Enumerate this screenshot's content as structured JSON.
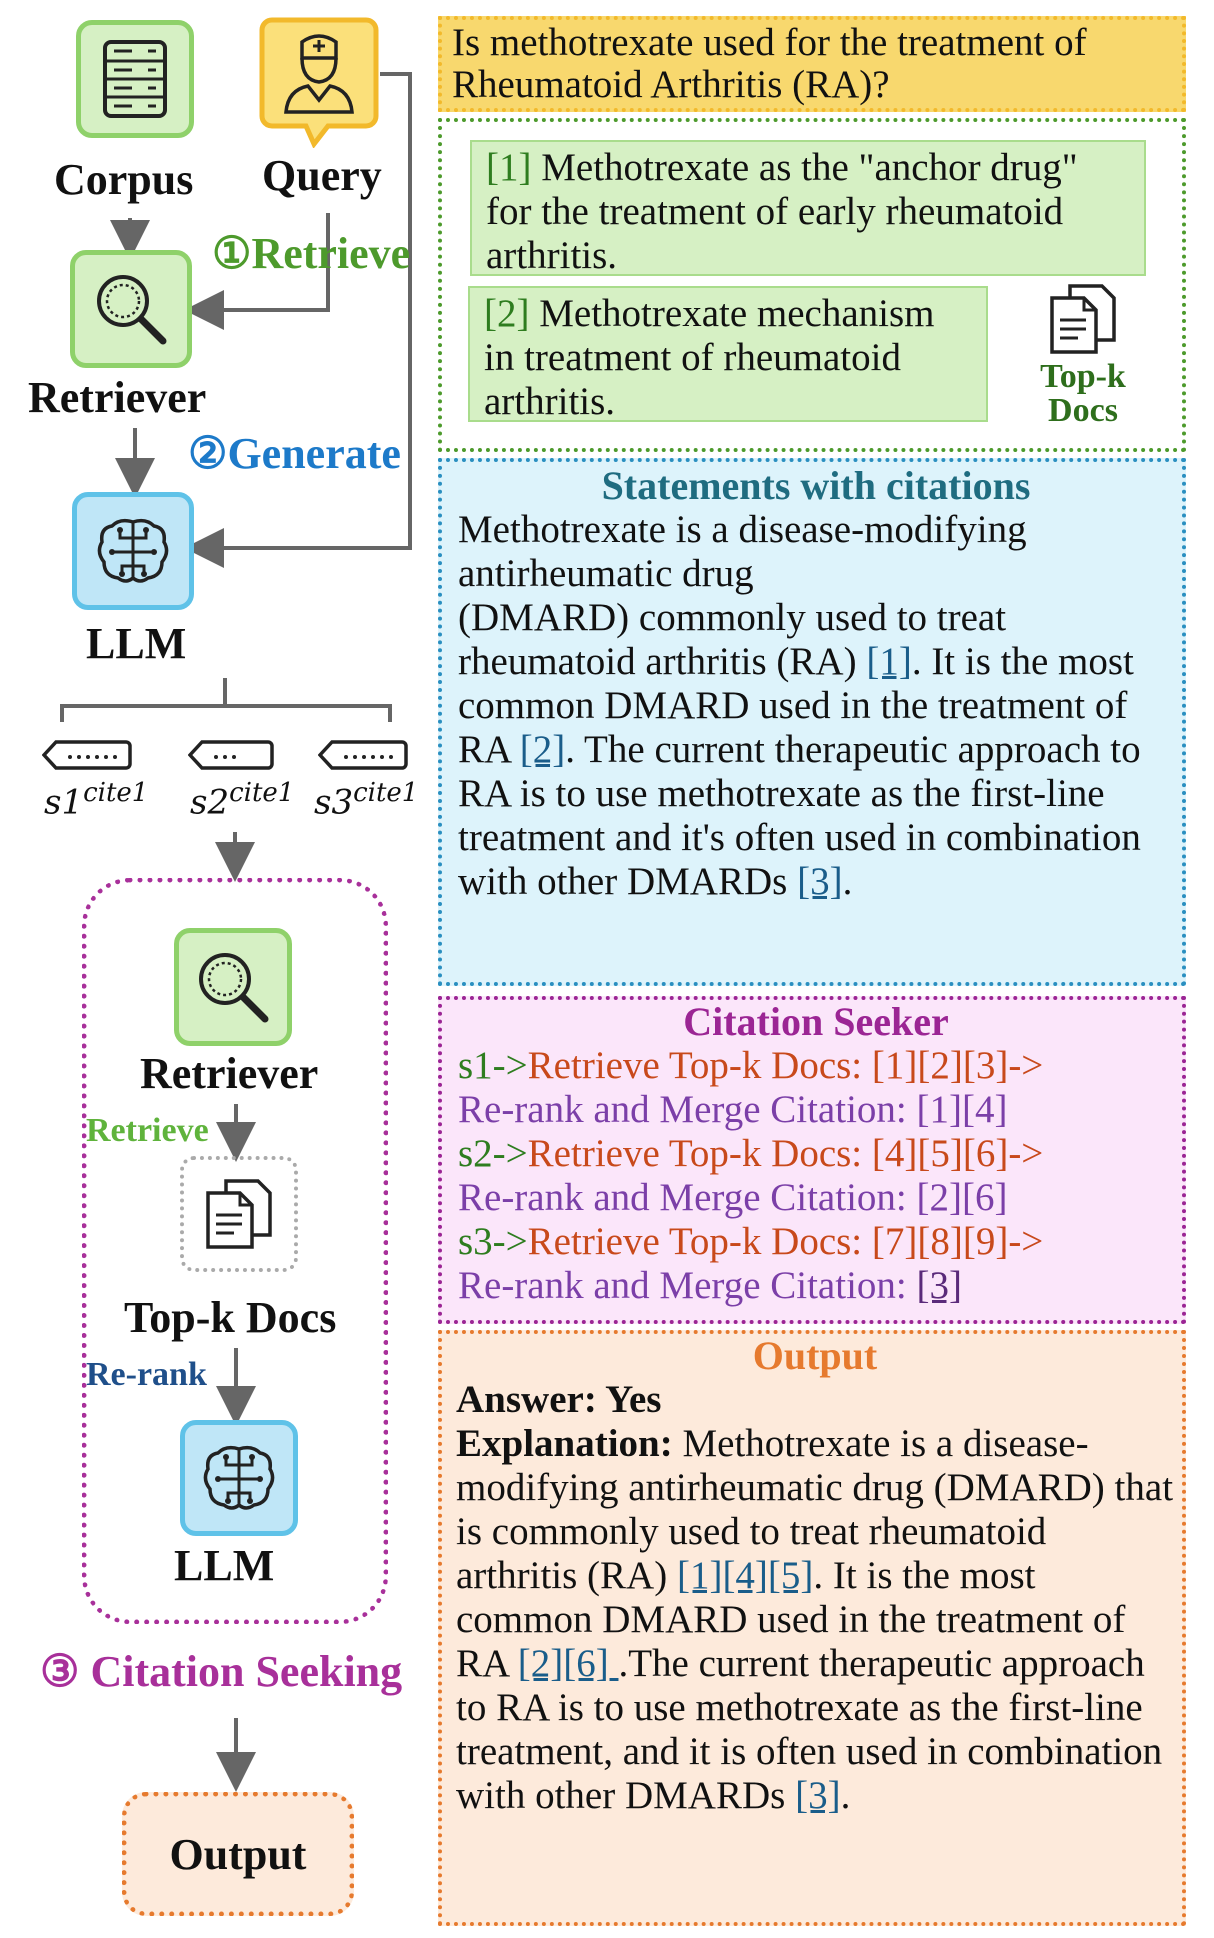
{
  "left": {
    "corpus_label": "Corpus",
    "query_label": "Query",
    "retriever_label": "Retriever",
    "llm_label": "LLM",
    "step1": "①Retrieve",
    "step2": "②Generate",
    "statements": [
      {
        "base": "s1",
        "sup": "cite1"
      },
      {
        "base": "s2",
        "sup": "cite1"
      },
      {
        "base": "s3",
        "sup": "cite1"
      }
    ],
    "seek_retriever_label": "Retriever",
    "seek_retrieve": "Retrieve",
    "seek_topk_label": "Top-k Docs",
    "seek_rerank": "Re-rank",
    "seek_llm_label": "LLM",
    "step3": "③ Citation Seeking",
    "output_label": "Output"
  },
  "query_panel": {
    "text": "Is methotrexate used for the treatment of Rheumatoid Arthritis (RA)?"
  },
  "docs_panel": {
    "doc1_num": "[1]",
    "doc1_text": " Methotrexate as the \"anchor drug\" for the treatment of early rheumatoid arthritis.",
    "doc2_num": "[2]",
    "doc2_text": " Methotrexate mechanism in treatment of rheumatoid arthritis.",
    "topk_line1": "Top-k",
    "topk_line2": "Docs"
  },
  "statements_panel": {
    "title": "Statements with citations",
    "p1": "Methotrexate is a disease-modifying antirheumatic drug",
    "p2a": "(DMARD) commonly used to treat rheumatoid arthritis (RA) ",
    "c1": "[1]",
    "p2b": ". It is the most common DMARD used in the treatment of RA ",
    "c2": "[2]",
    "p2c": ". The current therapeutic approach to RA is to use methotrexate as the first-line treatment and it's often used in combination with other DMARDs ",
    "c3": "[3]",
    "p2d": "."
  },
  "seeker_panel": {
    "title": "Citation Seeker",
    "rows": [
      {
        "s": "s1->",
        "retrieve": "Retrieve Top-k Docs: [1][2][3]->",
        "rerank": "Re-rank and Merge Citation: [1][4]"
      },
      {
        "s": "s2->",
        "retrieve": "Retrieve Top-k Docs: [4][5][6]->",
        "rerank": "Re-rank and Merge Citation: [2][6]"
      },
      {
        "s": "s3->",
        "retrieve": "Retrieve Top-k Docs: [7][8][9]->",
        "rerank_prefix": "Re-rank and Merge Citation: ",
        "rerank_cite": "[3]"
      }
    ]
  },
  "output_panel": {
    "title": "Output",
    "answer": "Answer: Yes",
    "expl_label": "Explanation:",
    "e1": " Methotrexate is a disease-modifying antirheumatic drug (DMARD) that is commonly used to treat rheumatoid arthritis (RA) ",
    "c1": "[1][4][5]",
    "e2": ". It is the most common DMARD used in the treatment of RA ",
    "c2": "[2][6] ",
    "e3": ".The current therapeutic approach to RA is to use methotrexate as the first-line treatment, and it is often used in combination with other DMARDs ",
    "c3": "[3]",
    "e4": "."
  },
  "colors": {
    "green_fill": "#d6f0c4",
    "green_border": "#8fd16a",
    "blue_fill": "#bfe6f7",
    "blue_border": "#5fc2e8",
    "query_fill": "#fbe07a",
    "query_border": "#f2b92b"
  }
}
